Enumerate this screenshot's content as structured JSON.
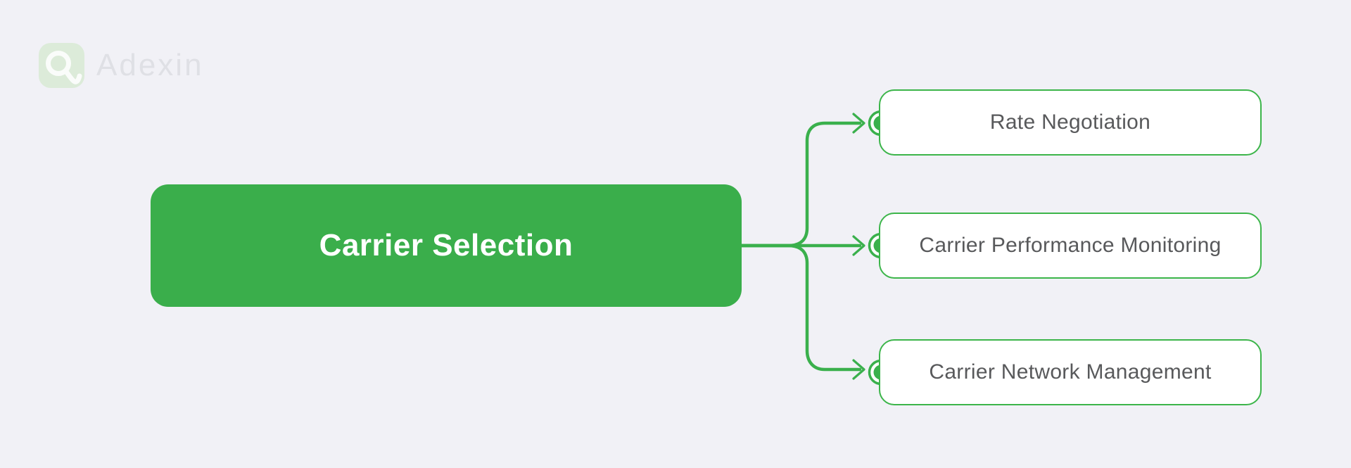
{
  "colors": {
    "background": "#f1f1f6",
    "accent_green": "#3aae4b",
    "border_green": "#3cb54a",
    "child_text": "#58595b",
    "root_text": "#ffffff",
    "logo_text": "#dfe0e5",
    "logo_tile": "#dcebd9"
  },
  "logo": {
    "text": "Adexin",
    "icon": "adexin-a-icon"
  },
  "diagram": {
    "root": {
      "label": "Carrier Selection"
    },
    "children": [
      {
        "label": "Rate Negotiation"
      },
      {
        "label": "Carrier Performance Monitoring"
      },
      {
        "label": "Carrier Network Management"
      }
    ],
    "icons": {
      "port": "node-port-dot-icon",
      "arrow": "arrow-right-icon"
    }
  }
}
